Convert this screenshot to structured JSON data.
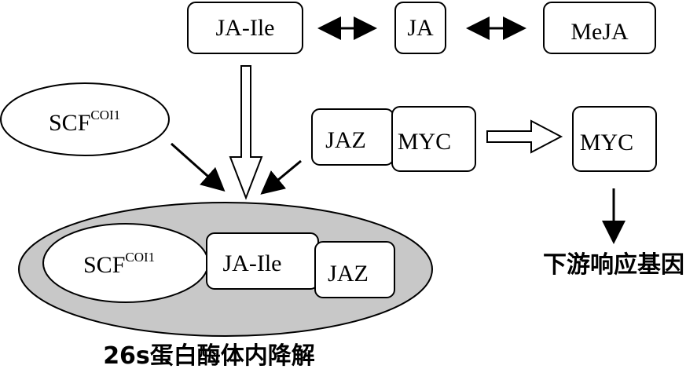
{
  "nodes": {
    "ja_ile": "JA-Ile",
    "ja": "JA",
    "meja": "MeJA",
    "scf_base": "SCF",
    "scf_sup": "COI1",
    "jaz": "JAZ",
    "myc": "MYC",
    "myc_free": "MYC",
    "complex_scf_base": "SCF",
    "complex_scf_sup": "COI1",
    "complex_ja_ile": "JA-Ile",
    "complex_jaz": "JAZ"
  },
  "labels": {
    "degradation": "26s蛋白酶体内降解",
    "downstream": "下游响应基因"
  },
  "colors": {
    "proteasome_fill": "#c8c8c8",
    "stroke": "#000000",
    "box_fill": "#ffffff"
  }
}
